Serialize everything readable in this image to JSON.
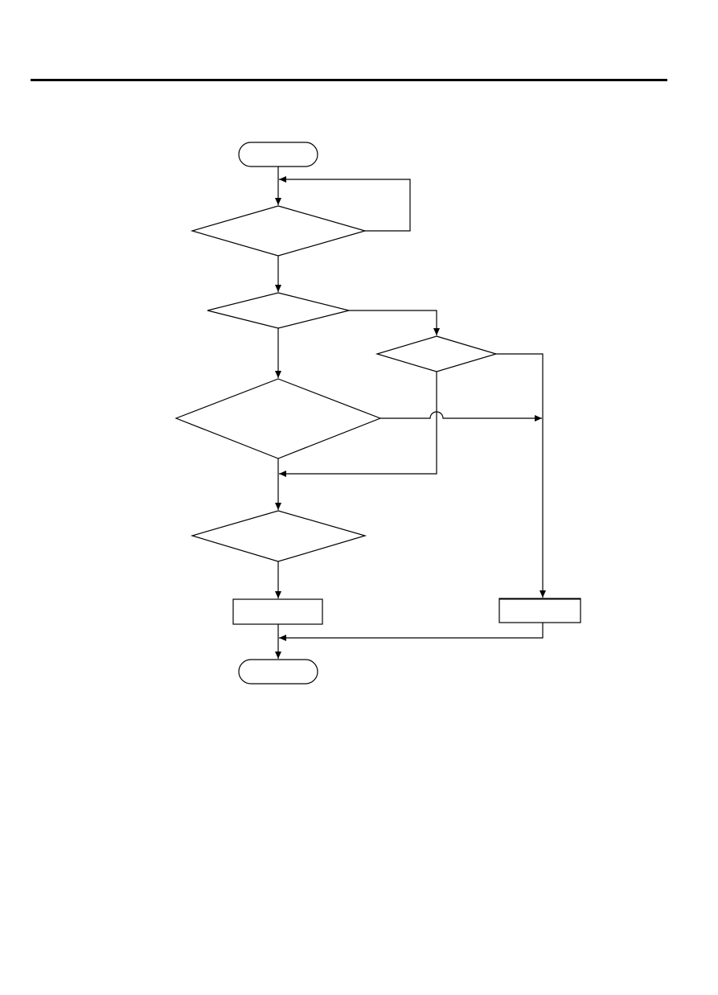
{
  "page": {
    "has_header_rule": true
  },
  "flowchart": {
    "nodes": [
      {
        "id": "start",
        "shape": "terminator",
        "label": ""
      },
      {
        "id": "decision-1",
        "shape": "decision",
        "label": ""
      },
      {
        "id": "decision-2",
        "shape": "decision",
        "label": ""
      },
      {
        "id": "decision-3",
        "shape": "decision",
        "label": ""
      },
      {
        "id": "decision-4",
        "shape": "decision",
        "label": ""
      },
      {
        "id": "decision-5",
        "shape": "decision",
        "label": ""
      },
      {
        "id": "process-left",
        "shape": "process",
        "label": ""
      },
      {
        "id": "process-right",
        "shape": "process",
        "label": ""
      },
      {
        "id": "end",
        "shape": "terminator",
        "label": ""
      }
    ],
    "connectors": [
      {
        "from": "start",
        "to": "decision-1"
      },
      {
        "from": "decision-1",
        "to": "decision-1",
        "kind": "loop-back"
      },
      {
        "from": "decision-1",
        "to": "decision-2"
      },
      {
        "from": "decision-2",
        "to": "decision-3"
      },
      {
        "from": "decision-2",
        "to": "decision-4"
      },
      {
        "from": "decision-3",
        "to": "decision-4",
        "kind": "merge"
      },
      {
        "from": "decision-4",
        "to": "process-right",
        "kind": "crossing"
      },
      {
        "from": "decision-3",
        "to": "process-right"
      },
      {
        "from": "decision-4",
        "to": "decision-5"
      },
      {
        "from": "decision-5",
        "to": "process-left"
      },
      {
        "from": "process-left",
        "to": "end"
      },
      {
        "from": "process-right",
        "to": "end"
      }
    ]
  }
}
